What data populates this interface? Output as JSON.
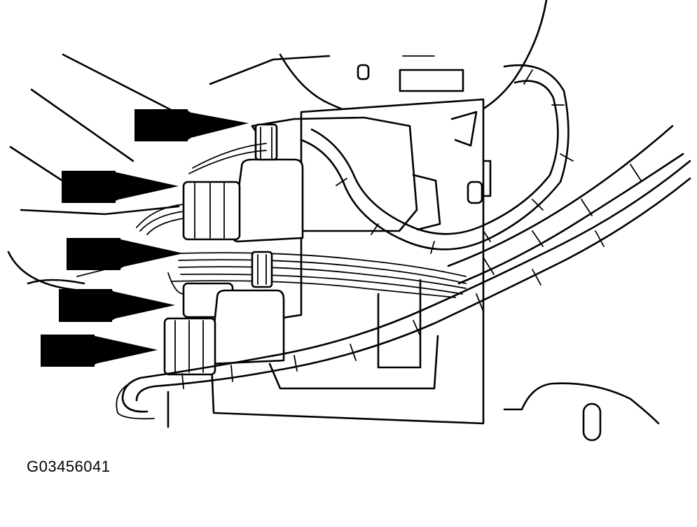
{
  "figure": {
    "id_label": "G03456041",
    "callout_arrows": [
      {
        "name": "connector-arrow-1"
      },
      {
        "name": "connector-arrow-2"
      },
      {
        "name": "connector-arrow-3"
      },
      {
        "name": "connector-arrow-4"
      },
      {
        "name": "connector-arrow-5"
      }
    ]
  }
}
